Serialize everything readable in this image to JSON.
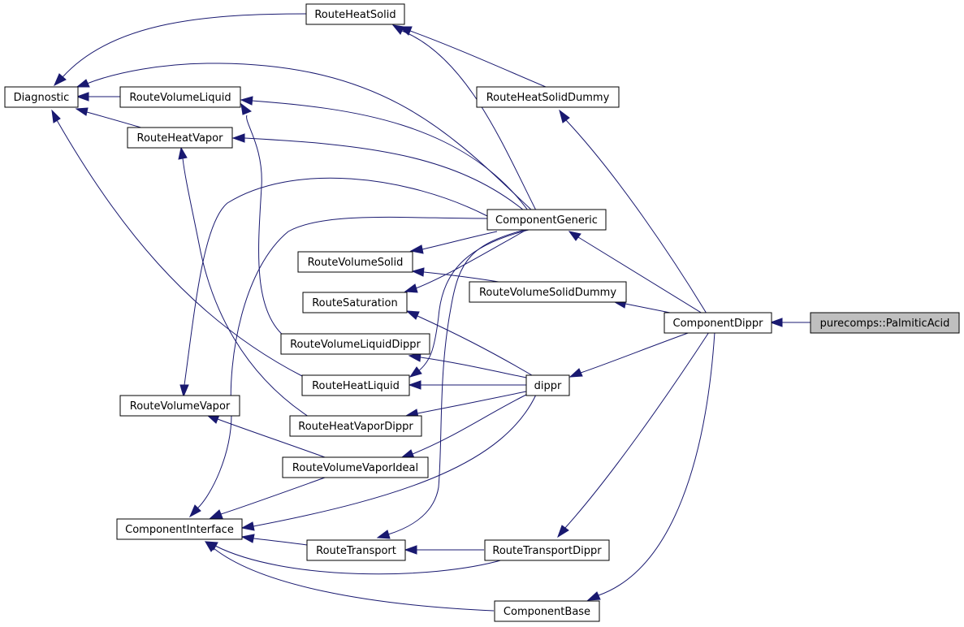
{
  "graph": {
    "nodes": [
      {
        "id": "pa",
        "label": "purecomps::PalmiticAcid",
        "highlight": true
      },
      {
        "id": "cd",
        "label": "ComponentDippr"
      },
      {
        "id": "cg",
        "label": "ComponentGeneric"
      },
      {
        "id": "dippr",
        "label": "dippr"
      },
      {
        "id": "diag",
        "label": "Diagnostic"
      },
      {
        "id": "rhs",
        "label": "RouteHeatSolid"
      },
      {
        "id": "rhsd",
        "label": "RouteHeatSolidDummy"
      },
      {
        "id": "rvl",
        "label": "RouteVolumeLiquid"
      },
      {
        "id": "rhv",
        "label": "RouteHeatVapor"
      },
      {
        "id": "rvs",
        "label": "RouteVolumeSolid"
      },
      {
        "id": "rvsd",
        "label": "RouteVolumeSolidDummy"
      },
      {
        "id": "rs",
        "label": "RouteSaturation"
      },
      {
        "id": "rvld",
        "label": "RouteVolumeLiquidDippr"
      },
      {
        "id": "rhl",
        "label": "RouteHeatLiquid"
      },
      {
        "id": "rvv",
        "label": "RouteVolumeVapor"
      },
      {
        "id": "rhvd",
        "label": "RouteHeatVaporDippr"
      },
      {
        "id": "rvvi",
        "label": "RouteVolumeVaporIdeal"
      },
      {
        "id": "ci",
        "label": "ComponentInterface"
      },
      {
        "id": "rt",
        "label": "RouteTransport"
      },
      {
        "id": "rtd",
        "label": "RouteTransportDippr"
      },
      {
        "id": "cb",
        "label": "ComponentBase"
      }
    ],
    "edges": [
      {
        "from": "pa",
        "to": "cd"
      },
      {
        "from": "cd",
        "to": "rhsd"
      },
      {
        "from": "cd",
        "to": "cg"
      },
      {
        "from": "cd",
        "to": "rvsd"
      },
      {
        "from": "cd",
        "to": "dippr"
      },
      {
        "from": "cd",
        "to": "rtd"
      },
      {
        "from": "cd",
        "to": "cb"
      },
      {
        "from": "rhsd",
        "to": "rhs"
      },
      {
        "from": "rhs",
        "to": "diag"
      },
      {
        "from": "rvl",
        "to": "diag"
      },
      {
        "from": "rhv",
        "to": "diag"
      },
      {
        "from": "rhl",
        "to": "diag"
      },
      {
        "from": "cg",
        "to": "rhs"
      },
      {
        "from": "cg",
        "to": "diag"
      },
      {
        "from": "cg",
        "to": "rvl"
      },
      {
        "from": "cg",
        "to": "rhv"
      },
      {
        "from": "cg",
        "to": "rvv"
      },
      {
        "from": "cg",
        "to": "ci"
      },
      {
        "from": "cg",
        "to": "rvs"
      },
      {
        "from": "cg",
        "to": "rs"
      },
      {
        "from": "cg",
        "to": "rhl"
      },
      {
        "from": "cg",
        "to": "rt"
      },
      {
        "from": "rvsd",
        "to": "rvs"
      },
      {
        "from": "dippr",
        "to": "rs"
      },
      {
        "from": "dippr",
        "to": "rvld"
      },
      {
        "from": "dippr",
        "to": "rhl"
      },
      {
        "from": "dippr",
        "to": "rhvd"
      },
      {
        "from": "dippr",
        "to": "rvvi"
      },
      {
        "from": "dippr",
        "to": "ci"
      },
      {
        "from": "rvld",
        "to": "rvl"
      },
      {
        "from": "rhvd",
        "to": "rhv"
      },
      {
        "from": "rvvi",
        "to": "rvv"
      },
      {
        "from": "rvvi",
        "to": "ci"
      },
      {
        "from": "rt",
        "to": "ci"
      },
      {
        "from": "rtd",
        "to": "rt"
      },
      {
        "from": "rtd",
        "to": "ci"
      },
      {
        "from": "cb",
        "to": "ci"
      }
    ]
  }
}
